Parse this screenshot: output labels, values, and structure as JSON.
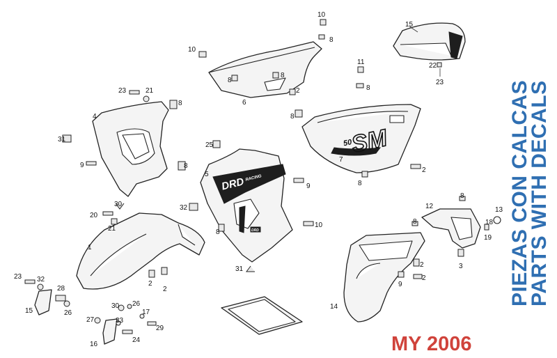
{
  "title_es": "PIEZAS CON CALCAS",
  "title_en": "PARTS WITH DECALS",
  "model_year": "MY 2006",
  "decals": {
    "sm": "SM",
    "sm_50": "50",
    "drd": "DRD",
    "drd_racing": "RACING",
    "small_badge": "DRD"
  },
  "colors": {
    "title_blue": "#2f6fb2",
    "year_red": "#d0433b"
  },
  "callouts": [
    {
      "id": "c1",
      "text": "1"
    },
    {
      "id": "c2a",
      "text": "2"
    },
    {
      "id": "c2b",
      "text": "2"
    },
    {
      "id": "c2c",
      "text": "2"
    },
    {
      "id": "c2d",
      "text": "2"
    },
    {
      "id": "c2e",
      "text": "2"
    },
    {
      "id": "c2f",
      "text": "2"
    },
    {
      "id": "c3",
      "text": "3"
    },
    {
      "id": "c4",
      "text": "4"
    },
    {
      "id": "c5",
      "text": "5"
    },
    {
      "id": "c6",
      "text": "6"
    },
    {
      "id": "c7",
      "text": "7"
    },
    {
      "id": "c8a",
      "text": "8"
    },
    {
      "id": "c8b",
      "text": "8"
    },
    {
      "id": "c8c",
      "text": "8"
    },
    {
      "id": "c8d",
      "text": "8"
    },
    {
      "id": "c8e",
      "text": "8"
    },
    {
      "id": "c8f",
      "text": "8"
    },
    {
      "id": "c8g",
      "text": "8"
    },
    {
      "id": "c8h",
      "text": "8"
    },
    {
      "id": "c8i",
      "text": "8"
    },
    {
      "id": "c8j",
      "text": "8"
    },
    {
      "id": "c8k",
      "text": "8"
    },
    {
      "id": "c9a",
      "text": "9"
    },
    {
      "id": "c9b",
      "text": "9"
    },
    {
      "id": "c9c",
      "text": "9"
    },
    {
      "id": "c10a",
      "text": "10"
    },
    {
      "id": "c10b",
      "text": "10"
    },
    {
      "id": "c10c",
      "text": "10"
    },
    {
      "id": "c11",
      "text": "11"
    },
    {
      "id": "c12",
      "text": "12"
    },
    {
      "id": "c13",
      "text": "13"
    },
    {
      "id": "c14",
      "text": "14"
    },
    {
      "id": "c15a",
      "text": "15"
    },
    {
      "id": "c15b",
      "text": "15"
    },
    {
      "id": "c16",
      "text": "16"
    },
    {
      "id": "c17",
      "text": "17"
    },
    {
      "id": "c18",
      "text": "18"
    },
    {
      "id": "c19",
      "text": "19"
    },
    {
      "id": "c20",
      "text": "20"
    },
    {
      "id": "c21a",
      "text": "21"
    },
    {
      "id": "c21b",
      "text": "21"
    },
    {
      "id": "c22",
      "text": "22"
    },
    {
      "id": "c23a",
      "text": "23"
    },
    {
      "id": "c23b",
      "text": "23"
    },
    {
      "id": "c23c",
      "text": "23"
    },
    {
      "id": "c24",
      "text": "24"
    },
    {
      "id": "c25",
      "text": "25"
    },
    {
      "id": "c26a",
      "text": "26"
    },
    {
      "id": "c26b",
      "text": "26"
    },
    {
      "id": "c27",
      "text": "27"
    },
    {
      "id": "c28",
      "text": "28"
    },
    {
      "id": "c29",
      "text": "29"
    },
    {
      "id": "c30a",
      "text": "30"
    },
    {
      "id": "c30b",
      "text": "30"
    },
    {
      "id": "c31a",
      "text": "31"
    },
    {
      "id": "c31b",
      "text": "31"
    },
    {
      "id": "c32a",
      "text": "32"
    },
    {
      "id": "c32b",
      "text": "32"
    },
    {
      "id": "c33",
      "text": "33"
    }
  ]
}
